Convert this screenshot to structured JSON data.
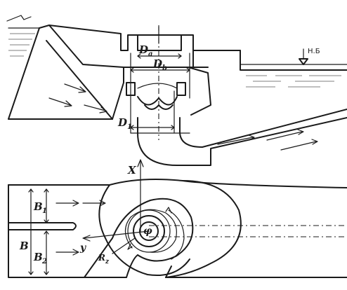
{
  "diagram": {
    "labels": {
      "da": "D",
      "da_sub": "a",
      "db": "D",
      "db_sub": "b",
      "d1": "D",
      "d1_sub": "1",
      "tailwater": "Н.Б",
      "x_axis": "X",
      "y_axis": "y",
      "b1": "B",
      "b1_sub": "1",
      "b": "B",
      "b2": "B",
      "b2_sub": "2",
      "rz": "R",
      "rz_sub": "z",
      "phi": "φ"
    }
  }
}
